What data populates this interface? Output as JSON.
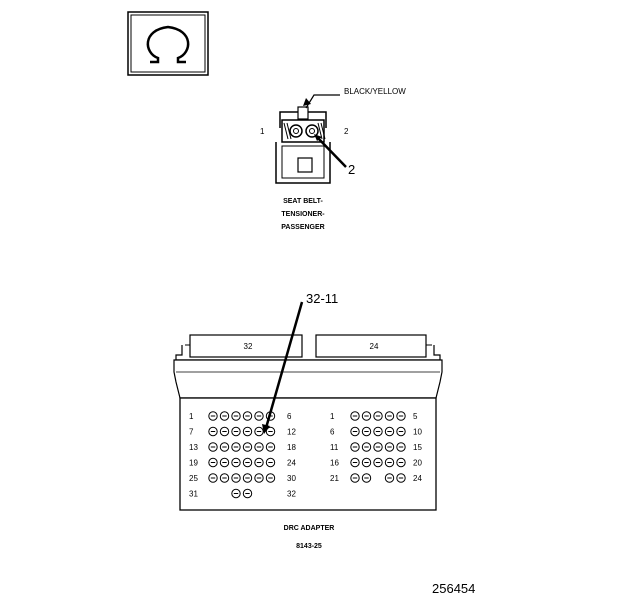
{
  "symbol": {
    "icon": "ohmmeter-omega-icon",
    "glyph": "Ω"
  },
  "connector_seat_belt": {
    "wire_label": "BLACK/YELLOW",
    "pin_left": "1",
    "pin_right": "2",
    "callout": "2",
    "caption_lines": [
      "SEAT BELT-",
      "TENSIONER-",
      "PASSENGER"
    ]
  },
  "adapter": {
    "callout": "32-11",
    "left_header": "32",
    "right_header": "24",
    "left_rows": [
      {
        "start": "1",
        "end": "6",
        "pins": 6
      },
      {
        "start": "7",
        "end": "12",
        "pins": 6
      },
      {
        "start": "13",
        "end": "18",
        "pins": 6
      },
      {
        "start": "19",
        "end": "24",
        "pins": 6
      },
      {
        "start": "25",
        "end": "30",
        "pins": 6
      },
      {
        "start": "31",
        "end": "32",
        "pins": 2
      }
    ],
    "right_rows": [
      {
        "start": "1",
        "end": "5",
        "pins": 5
      },
      {
        "start": "6",
        "end": "10",
        "pins": 5
      },
      {
        "start": "11",
        "end": "15",
        "pins": 5
      },
      {
        "start": "16",
        "end": "20",
        "pins": 5
      },
      {
        "start": "21",
        "end": "24",
        "pins": 4
      }
    ],
    "caption": "DRC ADAPTER",
    "part_number": "8143-25"
  },
  "figure_number": "256454"
}
